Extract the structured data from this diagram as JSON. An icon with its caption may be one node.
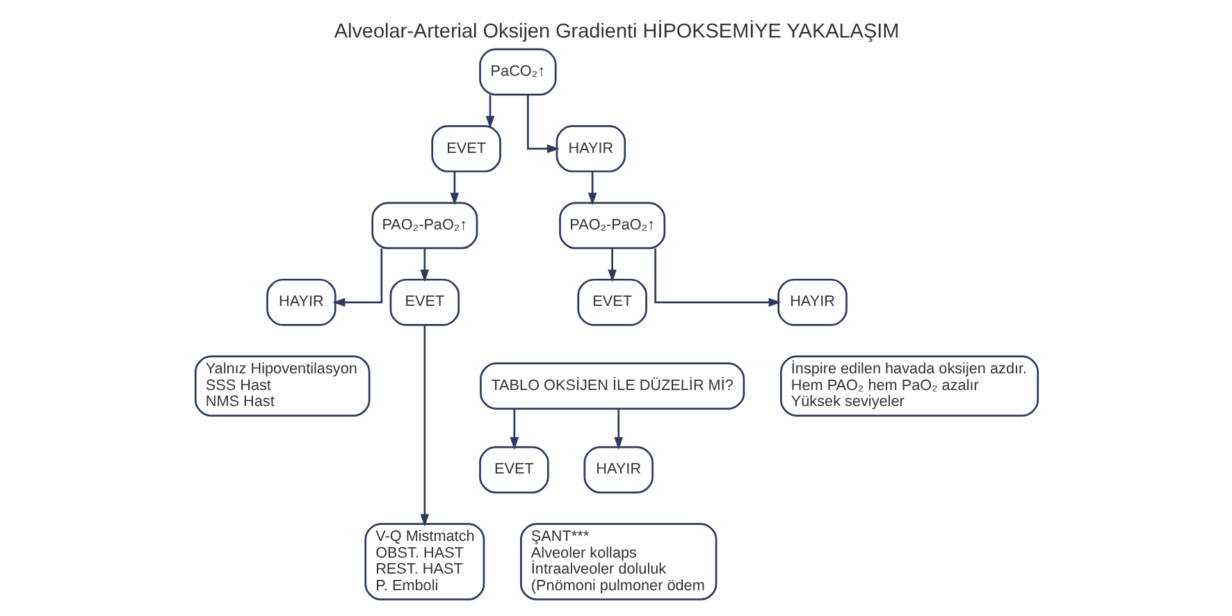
{
  "diagram": {
    "title": "Alveolar-Arterial Oksijen Gradienti HİPOKSEMİYE YAKALAŞIM",
    "nodes": [
      {
        "text": [
          "PaCO₂↑"
        ]
      },
      {
        "text": [
          "EVET"
        ]
      },
      {
        "text": [
          "HAYIR"
        ]
      },
      {
        "text": [
          "PAO₂-PaO₂↑"
        ]
      },
      {
        "text": [
          "PAO₂-PaO₂↑"
        ]
      },
      {
        "text": [
          "HAYIR"
        ]
      },
      {
        "text": [
          "EVET"
        ]
      },
      {
        "text": [
          "EVET"
        ]
      },
      {
        "text": [
          "HAYIR"
        ]
      },
      {
        "text": [
          "Yalnız Hipoventilasyon",
          "SSS Hast",
          "NMS Hast"
        ]
      },
      {
        "text": [
          "TABLO OKSİJEN İLE DÜZELİR Mİ?"
        ]
      },
      {
        "text": [
          "İnspire edilen havada oksijen azdır.",
          "Hem PAO₂ hem PaO₂ azalır",
          "Yüksek seviyeler"
        ]
      },
      {
        "text": [
          "EVET"
        ]
      },
      {
        "text": [
          "HAYIR"
        ]
      },
      {
        "text": [
          "V-Q Mistmatch",
          "OBST. HAST",
          "REST. HAST",
          "P. Emboli"
        ]
      },
      {
        "text": [
          "ŞANT***",
          "Alveoler kollaps",
          "İntraalveoler doluluk",
          "(Pnömoni pulmoner ödem"
        ]
      }
    ],
    "edges": [
      {
        "from": 0,
        "to": 1,
        "arrow": "to"
      },
      {
        "from": 0,
        "to": 2,
        "arrow": "to"
      },
      {
        "from": 1,
        "to": 3,
        "arrow": "to"
      },
      {
        "from": 2,
        "to": 4,
        "arrow": "to"
      },
      {
        "from": 3,
        "to": 5,
        "arrow": "to"
      },
      {
        "from": 3,
        "to": 6,
        "arrow": "to"
      },
      {
        "from": 4,
        "to": 7,
        "arrow": "to"
      },
      {
        "from": 4,
        "to": 8,
        "arrow": "to"
      },
      {
        "from": 10,
        "to": 12,
        "arrow": "to"
      },
      {
        "from": 10,
        "to": 13,
        "arrow": "to"
      },
      {
        "from": 6,
        "to": 14,
        "arrow": "to"
      }
    ]
  }
}
